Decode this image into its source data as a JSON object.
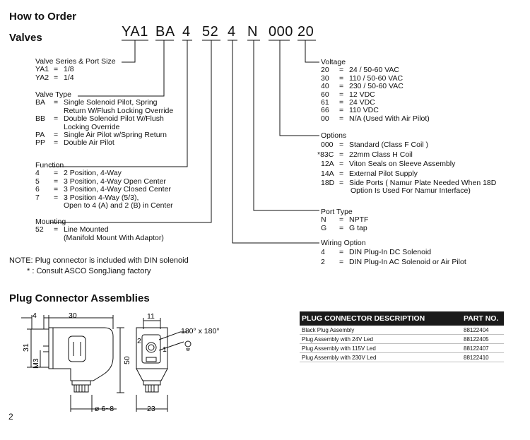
{
  "headings": {
    "how_to_order": "How to Order",
    "valves": "Valves",
    "plug_connector_assemblies": "Plug Connector Assemblies"
  },
  "code": [
    "YA1",
    "BA",
    "4",
    "52",
    "4",
    "N",
    "000",
    "20"
  ],
  "left": {
    "series": {
      "title": "Valve Series & Port Size",
      "items": [
        {
          "k": "YA1",
          "v": "1/8"
        },
        {
          "k": "YA2",
          "v": "1/4"
        }
      ]
    },
    "valve_type": {
      "title": "Valve Type",
      "items": [
        {
          "k": "BA",
          "v": "Single Solenoid Pilot, Spring",
          "v2": "Return W/Flush Locking Override"
        },
        {
          "k": "BB",
          "v": "Double Solenoid Pilot W/Flush",
          "v2": "Locking Override"
        },
        {
          "k": "PA",
          "v": "Single Air Pilot w/Spring Return"
        },
        {
          "k": "PP",
          "v": "Double Air Pilot"
        }
      ]
    },
    "function": {
      "title": "Function",
      "items": [
        {
          "k": "4",
          "v": "2 Position, 4-Way"
        },
        {
          "k": "5",
          "v": "3 Position, 4-Way Open Center"
        },
        {
          "k": "6",
          "v": "3 Position, 4-Way Closed Center"
        },
        {
          "k": "7",
          "v": "3 Position 4-Way (5/3),",
          "v2": "Open to 4 (A) and 2 (B) in Center"
        }
      ]
    },
    "mounting": {
      "title": "Mounting",
      "items": [
        {
          "k": "52",
          "v": "Line Mounted",
          "v2": "(Manifold Mount With Adaptor)"
        }
      ]
    },
    "note1": "NOTE: Plug connector is included with DIN solenoid",
    "note2": "* : Consult ASCO SongJiang factory"
  },
  "right": {
    "voltage": {
      "title": "Voltage",
      "items": [
        {
          "k": "20",
          "v": "24 / 50-60 VAC"
        },
        {
          "k": "30",
          "v": "110 / 50-60 VAC"
        },
        {
          "k": "40",
          "v": "230 / 50-60 VAC"
        },
        {
          "k": "60",
          "v": "12 VDC"
        },
        {
          "k": "61",
          "v": "24 VDC"
        },
        {
          "k": "66",
          "v": "110 VDC"
        },
        {
          "k": "00",
          "v": "N/A (Used With Air Pilot)"
        }
      ]
    },
    "options": {
      "title": "Options",
      "items": [
        {
          "k": "000",
          "v": "Standard (Class F Coil )"
        },
        {
          "k": "*83C",
          "v": "22mm Class H Coil"
        },
        {
          "k": "12A",
          "v": "Viton Seals on Sleeve Assembly"
        },
        {
          "k": "14A",
          "v": "External Pilot Supply"
        },
        {
          "k": "18D",
          "v": "Side Ports ( Namur Plate Needed When 18D",
          "v2": "Option Is Used For Namur Interface)"
        }
      ]
    },
    "port_type": {
      "title": "Port  Type",
      "items": [
        {
          "k": "N",
          "v": "NPTF"
        },
        {
          "k": "G",
          "v": "G tap"
        }
      ]
    },
    "wiring": {
      "title": "Wiring Option",
      "items": [
        {
          "k": "4",
          "v": "DIN Plug-In DC Solenoid"
        },
        {
          "k": "2",
          "v": "DIN Plug-In AC Solenoid or Air Pilot"
        }
      ]
    }
  },
  "table": {
    "headers": [
      "PLUG CONNECTOR DESCRIPTION",
      "PART NO."
    ],
    "rows": [
      [
        "Black Plug Assembly",
        "88122404"
      ],
      [
        "Plug Assembly with 24V Led",
        "88122405"
      ],
      [
        "Plug Assembly with 115V Led",
        "88122407"
      ],
      [
        "Plug Assembly with 230V Led",
        "88122410"
      ]
    ]
  },
  "drawing": {
    "dims": {
      "d4": "4",
      "d30": "30",
      "d31": "31",
      "dM3": "M3",
      "d50": "50",
      "dia": "ø 6~8",
      "d11": "11",
      "d2": "2",
      "d1": "1",
      "d23": "23",
      "angle": "180° x 180°"
    }
  },
  "page_number": "2"
}
